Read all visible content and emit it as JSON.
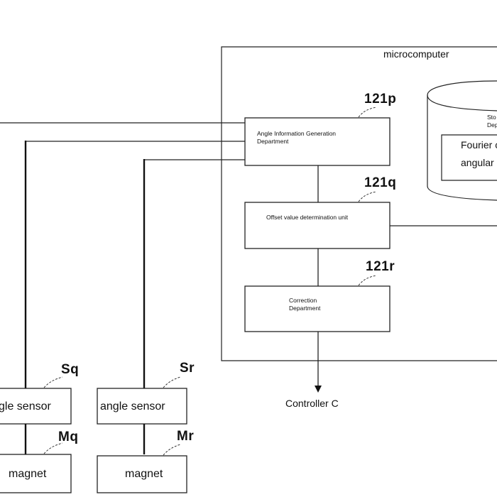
{
  "microcomputer": {
    "label": "microcomputer"
  },
  "storage": {
    "title_line1": "Sto",
    "title_line2": "Dep",
    "content_line1": "Fourier c",
    "content_line2": "angular c"
  },
  "blocks": {
    "angle_info": {
      "ref": "121p",
      "line1": "Angle Information Generation",
      "line2": "Department"
    },
    "offset": {
      "ref": "121q",
      "line1": "Offset value determination unit"
    },
    "correction": {
      "ref": "121r",
      "line1": "Correction",
      "line2": "Department"
    }
  },
  "controller": {
    "label": "Controller C"
  },
  "sensors": [
    {
      "ref": "Sq",
      "label": "gle sensor"
    },
    {
      "ref": "Sr",
      "label": "angle sensor"
    }
  ],
  "magnets": [
    {
      "ref": "Mq",
      "label": "magnet"
    },
    {
      "ref": "Mr",
      "label": "magnet"
    }
  ]
}
